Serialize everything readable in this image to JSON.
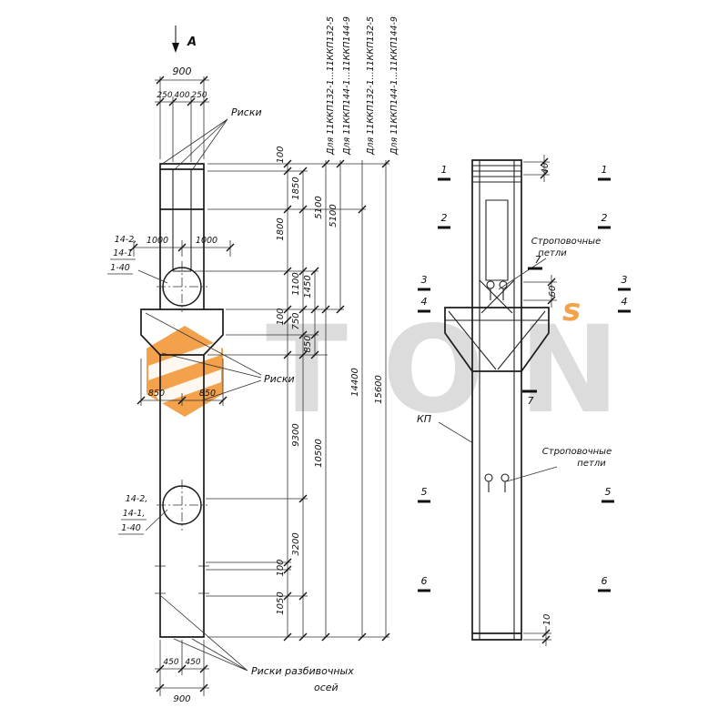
{
  "section_arrow": {
    "label": "А"
  },
  "watermark": {
    "tail": "TON",
    "s": "s"
  },
  "headers": {
    "h1": "Для 11ККП132-1...11ККП132-5",
    "h2": "Для 11ККП144-1...11ККП144-9",
    "h3": "Для 11ККП132-1...11ККП132-5",
    "h4": "Для 11ККП144-1...11ККП144-9"
  },
  "left_view": {
    "dims_top": {
      "total": "900",
      "p1": "250",
      "p2": "400",
      "p3": "250"
    },
    "riski_top": "Риски",
    "riski_mid": "Риски",
    "riski_axes1": "Риски разбивочных",
    "riski_axes2": "осей",
    "mark_top": {
      "l1": "14-2,",
      "l2": "14-1",
      "l3": "1-40"
    },
    "mark_bottom": {
      "l1": "14-2,",
      "l2": "14-1,",
      "l3": "1-40"
    },
    "dims_mid": {
      "left1000": "1000",
      "right1000": "1000",
      "left850": "850",
      "right850": "850"
    },
    "dims_v": {
      "v100a": "100",
      "v1850": "1850",
      "v1800": "1800",
      "v1100": "1100",
      "v1450": "1450",
      "v750": "750",
      "v100b": "100",
      "v850": "850",
      "v5100a": "5100",
      "v5100b": "5100",
      "v9300": "9300",
      "v10500": "10500",
      "v14400": "14400",
      "v15600": "15600",
      "v3200": "3200",
      "v100c": "100",
      "v1050": "1050"
    },
    "dims_bottom": {
      "left450": "450",
      "right450": "450",
      "total900": "900"
    }
  },
  "right_view": {
    "kp": "КП",
    "loops_top1": "Строповочные",
    "loops_top2": "петли",
    "loops_bot1": "Строповочные",
    "loops_bot2": "петли",
    "dims": {
      "d40": "40",
      "d60": "60",
      "d10": "10"
    },
    "sections": {
      "s1": "1",
      "s2": "2",
      "s3": "3",
      "s4": "4",
      "s5": "5",
      "s6": "6",
      "s7": "7"
    }
  }
}
